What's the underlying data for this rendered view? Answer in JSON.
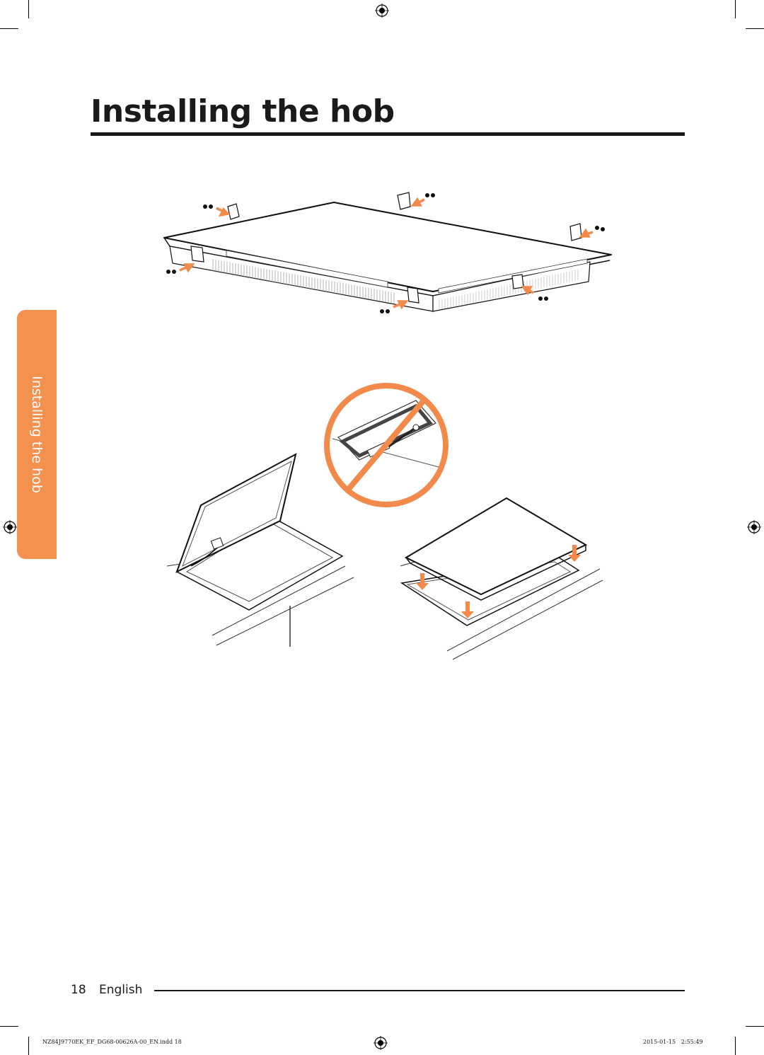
{
  "page": {
    "title": "Installing the hob",
    "side_tab": "Installing the hob",
    "page_number": "18",
    "language": "English",
    "print_file": "NZ84J9770EK_EF_DG68-00626A-00_EN.indd   18",
    "print_date": "2015-01-15     2:55:49"
  },
  "colors": {
    "accent": "#f4914f",
    "prohibited": "#f28a4b",
    "text": "#1a1a1a"
  },
  "figures": [
    {
      "name": "hob-bracket-diagram",
      "icon": "hob-with-brackets-and-screws"
    },
    {
      "name": "prohibited-sealing-diagram",
      "icon": "no-sign"
    },
    {
      "name": "sealing-tape-diagram",
      "icon": "countertop-cutout-tape"
    },
    {
      "name": "hob-insertion-diagram",
      "icon": "hob-lowering-into-cutout"
    }
  ]
}
